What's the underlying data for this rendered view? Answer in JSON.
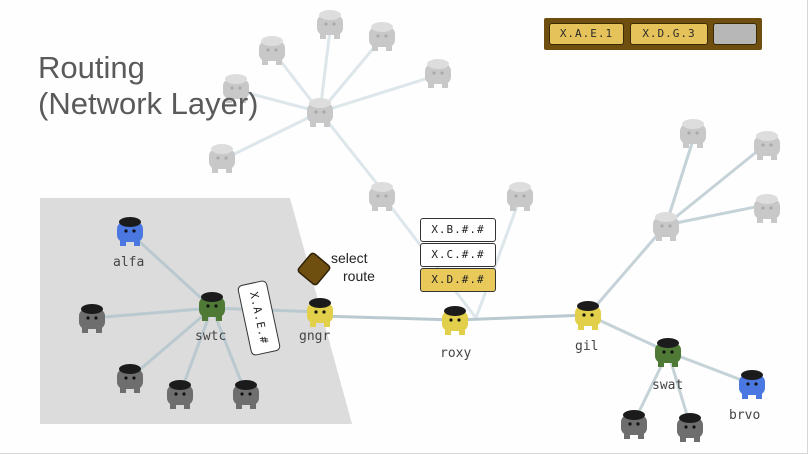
{
  "title": {
    "line1": "Routing",
    "line2": "(Network Layer)"
  },
  "address_bar": {
    "slots": [
      "X.A.E.1",
      "X.D.G.3",
      ""
    ]
  },
  "packet": {
    "label": "X.A.E.#"
  },
  "select_hint": {
    "line1": "select",
    "line2": "route"
  },
  "route_options": [
    "X.B.#.#",
    "X.C.#.#",
    "X.D.#.#"
  ],
  "selected_route": "X.D.#.#",
  "nodes": {
    "alfa": "alfa",
    "swtc": "swtc",
    "gngr": "gngr",
    "roxy": "roxy",
    "gil": "gil",
    "swat": "swat",
    "brvo": "brvo"
  },
  "colors": {
    "blue": "#4a78e0",
    "green": "#4f7a35",
    "yellow": "#e2cf4a",
    "gray": "#6e6e6e",
    "faded": "#c8c8c8",
    "region": "#dcdcdc",
    "hint_card": "#6e4f10"
  }
}
